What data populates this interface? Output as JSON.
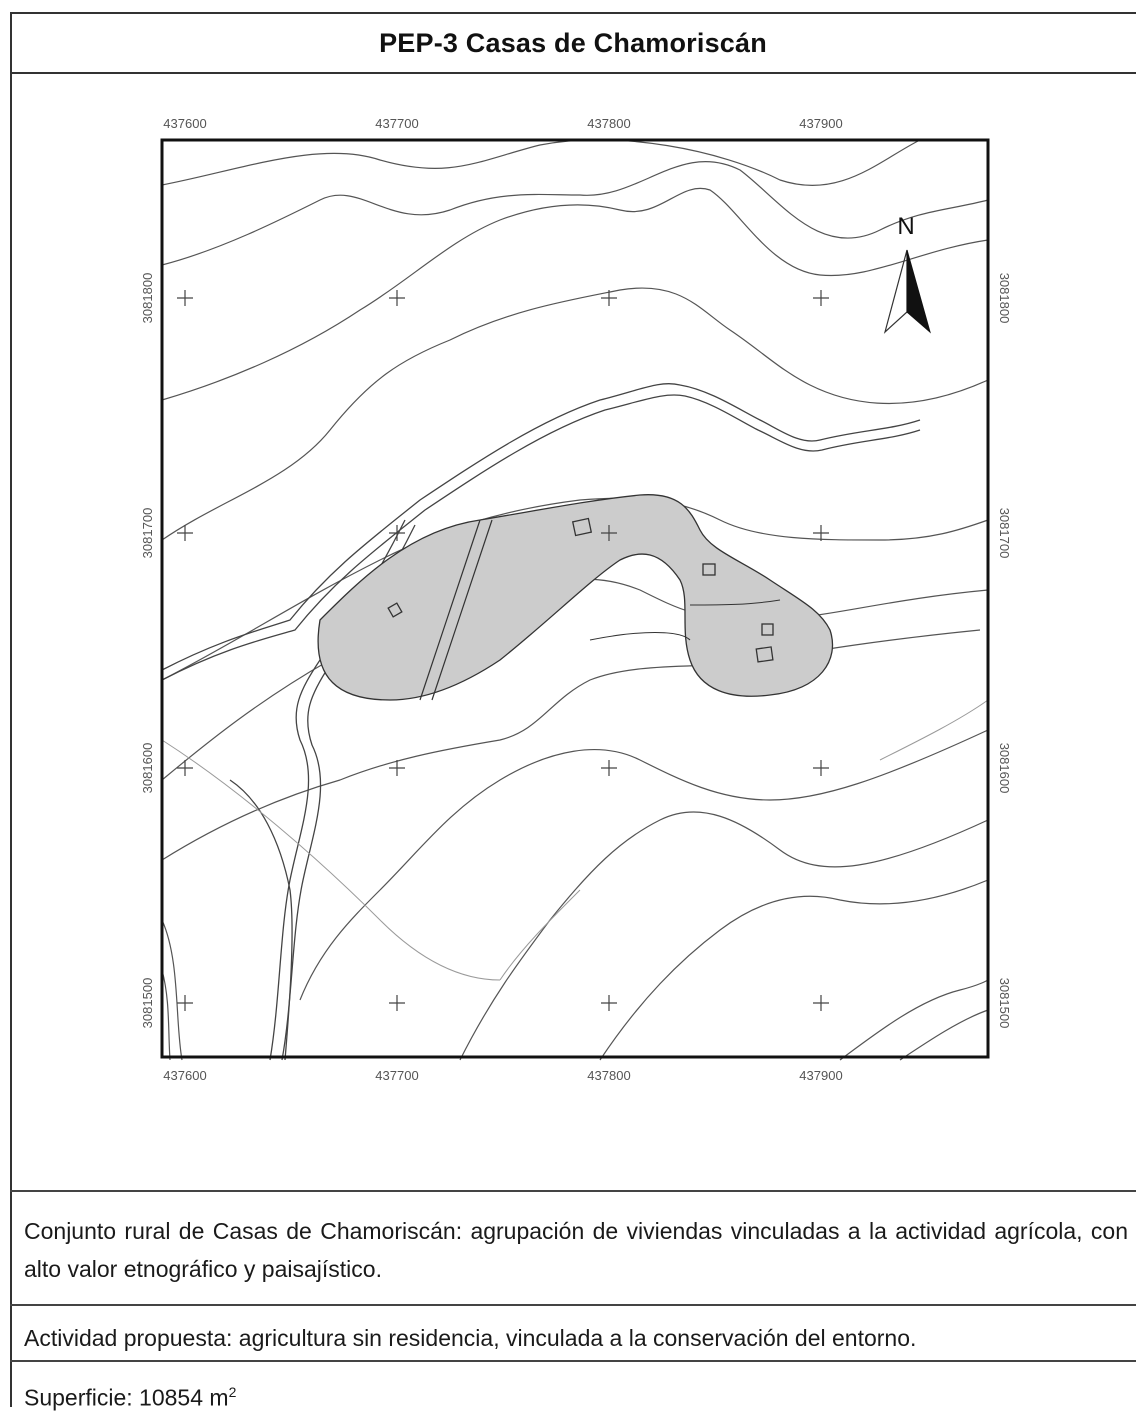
{
  "title": "PEP-3 Casas de Chamoriscán",
  "map": {
    "x_ticks": [
      "437600",
      "437700",
      "437800",
      "437900"
    ],
    "y_ticks": [
      "3081800",
      "3081700",
      "3081600",
      "3081500"
    ],
    "north_label": "N",
    "colors": {
      "parcel_fill": "#cccccc",
      "line": "#444444",
      "frame": "#111111"
    }
  },
  "description": "Conjunto rural de Casas  de Chamoriscán: agrupación de viviendas vinculadas a la actividad agrícola, con alto valor etnográfico y paisajístico.",
  "activity": "Actividad propuesta: agricultura sin residencia, vinculada a la conservación del entorno.",
  "surface": {
    "label": "Superficie: 10854 m",
    "superscript": "2"
  }
}
